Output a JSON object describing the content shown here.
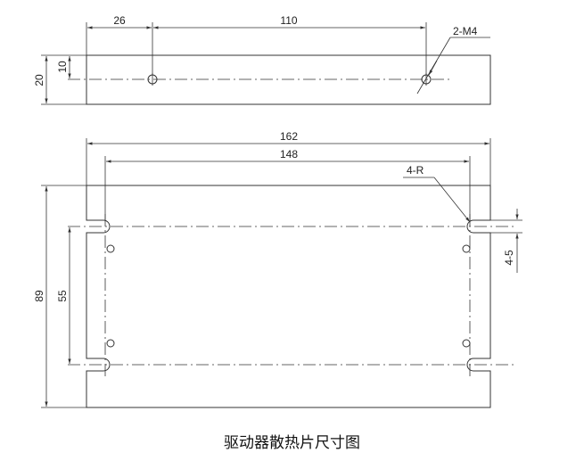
{
  "top_view": {
    "dim_26": "26",
    "dim_110": "110",
    "dim_10": "10",
    "dim_20": "20",
    "thread_callout": "2-M4"
  },
  "front_view": {
    "dim_162": "162",
    "dim_148": "148",
    "slot_callout": "4-R",
    "dim_4_5": "4-5",
    "dim_89": "89",
    "dim_55": "55"
  },
  "caption": "驱动器散热片尺寸图"
}
